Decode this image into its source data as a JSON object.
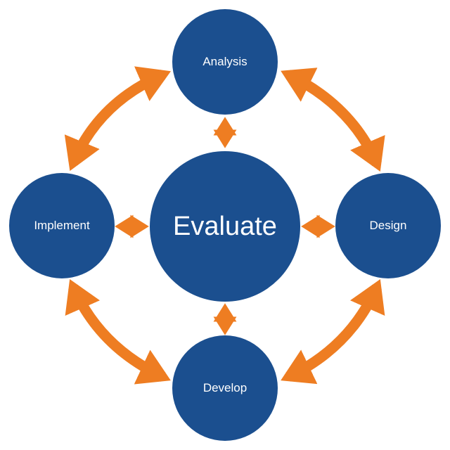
{
  "colors": {
    "node_fill": "#1b4f8f",
    "arrow_fill": "#ee7d22",
    "text": "#ffffff",
    "background": "#ffffff"
  },
  "nodes": {
    "analysis": "Analysis",
    "design": "Design",
    "develop": "Develop",
    "implement": "Implement",
    "evaluate": "Evaluate"
  }
}
